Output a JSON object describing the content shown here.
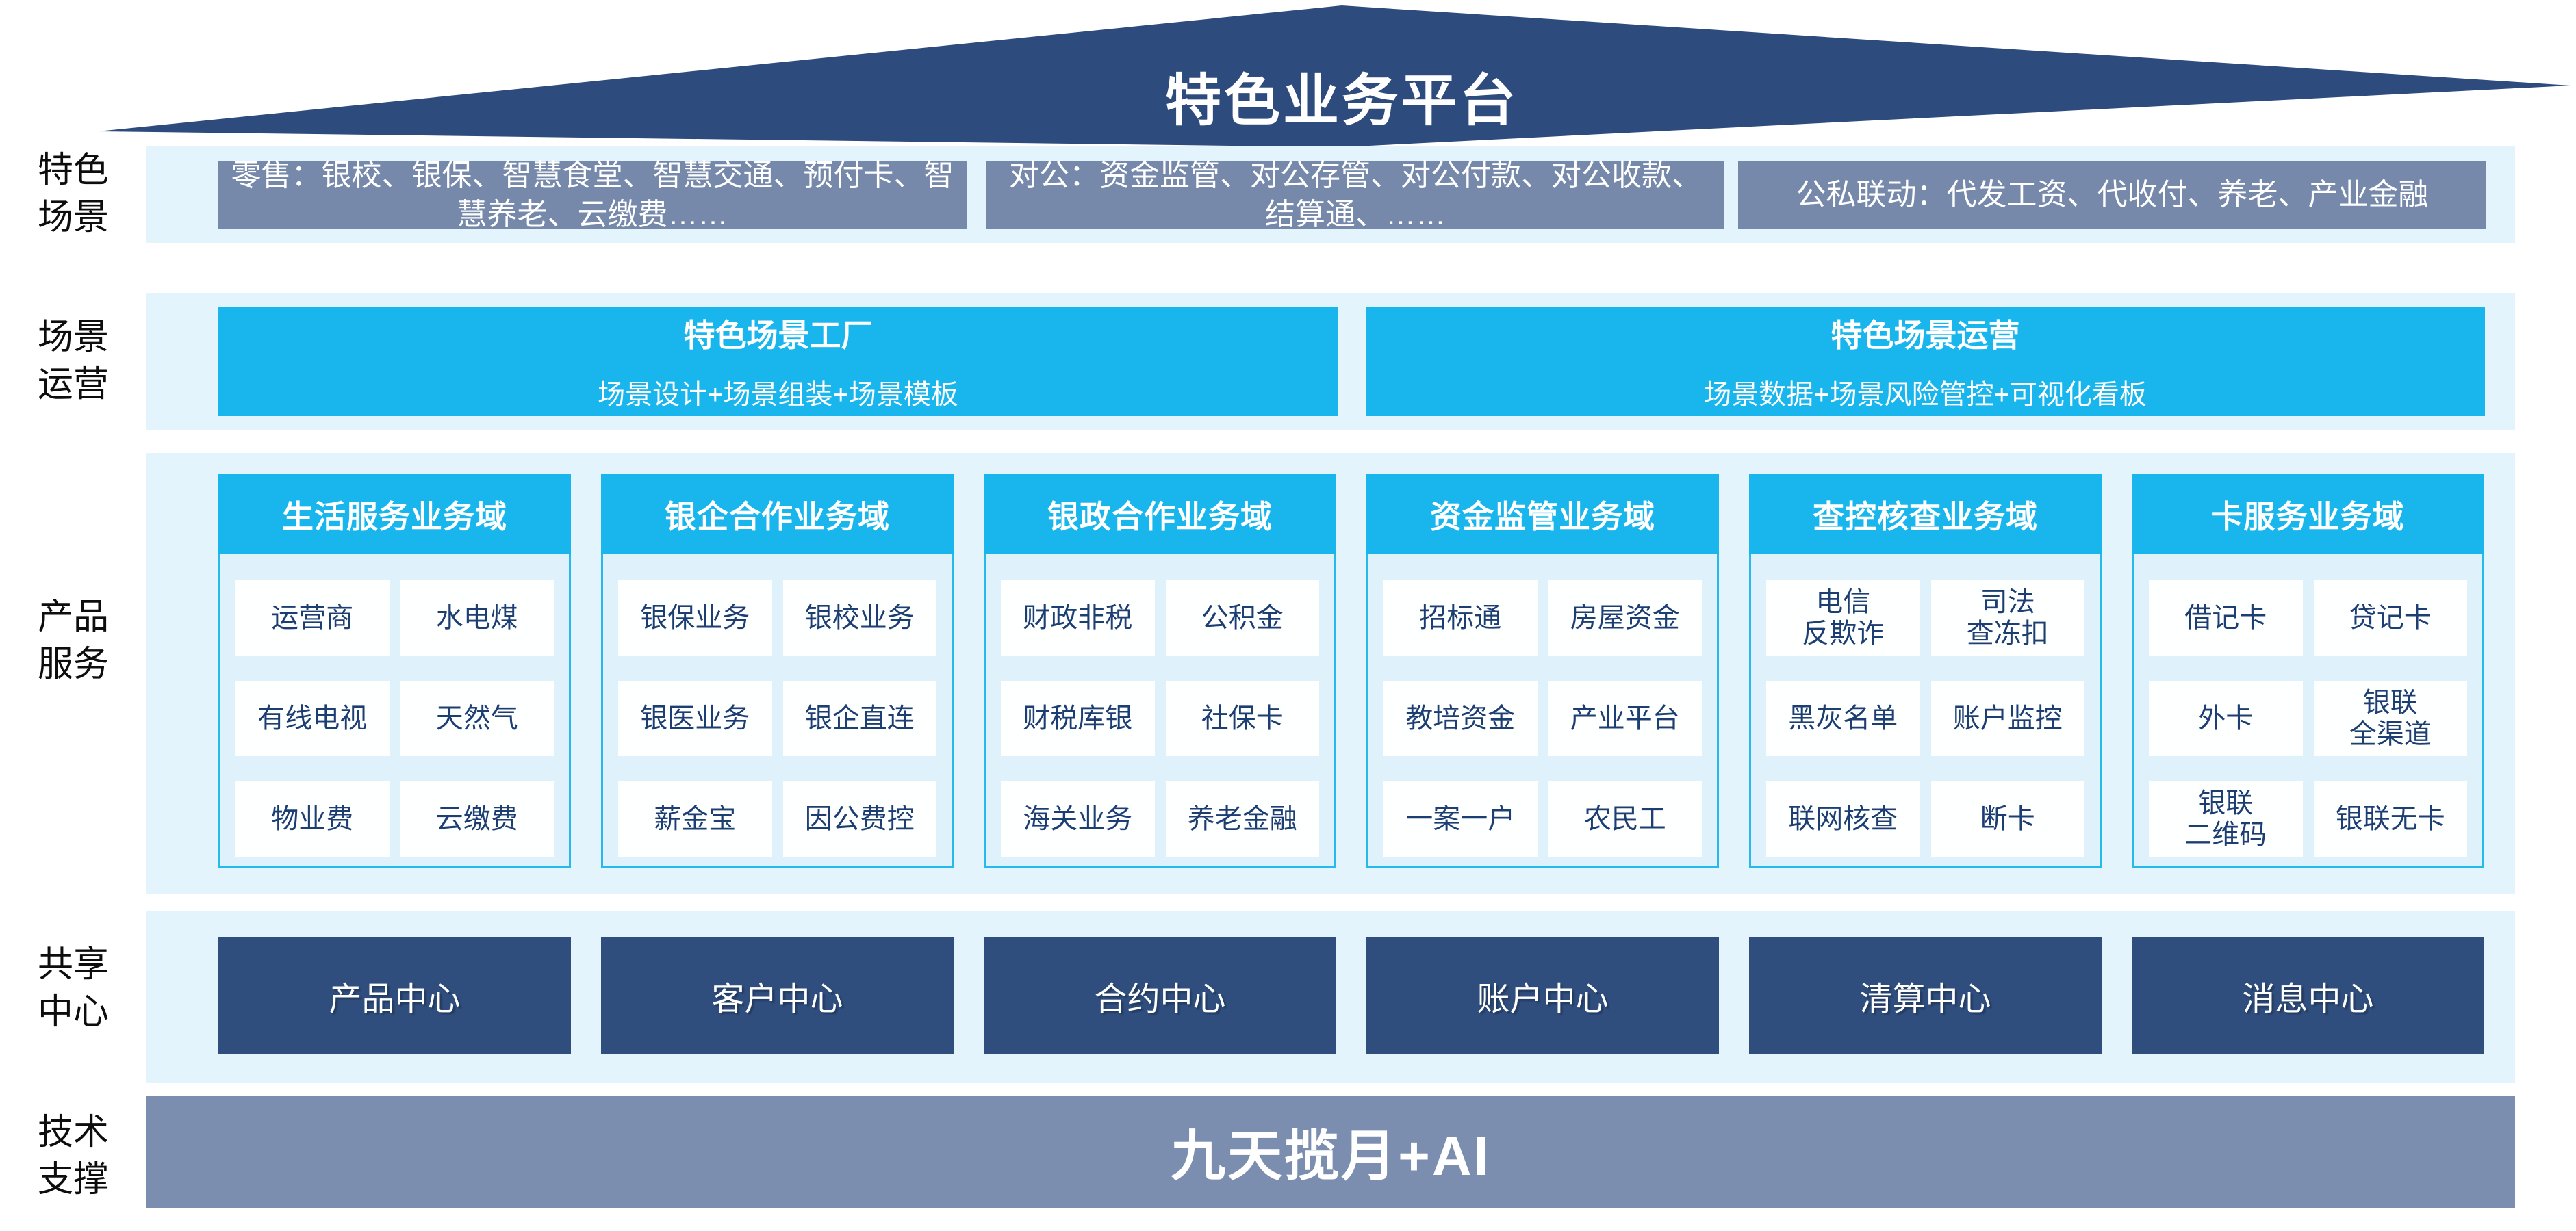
{
  "title": "特色业务平台",
  "colors": {
    "roof_navy": "#2E4B7E",
    "band_light_blue": "#E4F4FD",
    "scene_slate": "#7689AB",
    "accent_cyan": "#19B6EE",
    "column_body_blue": "#DFF2FB",
    "cell_text_navy": "#1D3E73",
    "center_navy": "#2F4E7E",
    "tech_slate": "#7B8EB0"
  },
  "rows": {
    "scene": {
      "label": "特色\n场景",
      "boxes": [
        "零售：银校、银保、智慧食堂、智慧交通、预付卡、智慧养老、云缴费……",
        "对公：资金监管、对公存管、对公付款、对公收款、结算通、……",
        "公私联动：代发工资、代收付、养老、产业金融"
      ]
    },
    "operation": {
      "label": "场景\n运营",
      "boxes": [
        {
          "title": "特色场景工厂",
          "subtitle": "场景设计+场景组装+场景模板"
        },
        {
          "title": "特色场景运营",
          "subtitle": "场景数据+场景风险管控+可视化看板"
        }
      ]
    },
    "products": {
      "label": "产品\n服务",
      "columns": [
        {
          "header": "生活服务业务域",
          "cells": [
            "运营商",
            "水电煤",
            "有线电视",
            "天然气",
            "物业费",
            "云缴费"
          ]
        },
        {
          "header": "银企合作业务域",
          "cells": [
            "银保业务",
            "银校业务",
            "银医业务",
            "银企直连",
            "薪金宝",
            "因公费控"
          ]
        },
        {
          "header": "银政合作业务域",
          "cells": [
            "财政非税",
            "公积金",
            "财税库银",
            "社保卡",
            "海关业务",
            "养老金融"
          ]
        },
        {
          "header": "资金监管业务域",
          "cells": [
            "招标通",
            "房屋资金",
            "教培资金",
            "产业平台",
            "一案一户",
            "农民工"
          ]
        },
        {
          "header": "查控核查业务域",
          "cells": [
            "电信\n反欺诈",
            "司法\n查冻扣",
            "黑灰名单",
            "账户监控",
            "联网核查",
            "断卡"
          ]
        },
        {
          "header": "卡服务业务域",
          "cells": [
            "借记卡",
            "贷记卡",
            "外卡",
            "银联\n全渠道",
            "银联\n二维码",
            "银联无卡"
          ]
        }
      ]
    },
    "centers": {
      "label": "共享\n中心",
      "boxes": [
        "产品中心",
        "客户中心",
        "合约中心",
        "账户中心",
        "清算中心",
        "消息中心"
      ]
    },
    "tech": {
      "label": "技术\n支撑",
      "bar": "九天揽月+AI"
    }
  }
}
